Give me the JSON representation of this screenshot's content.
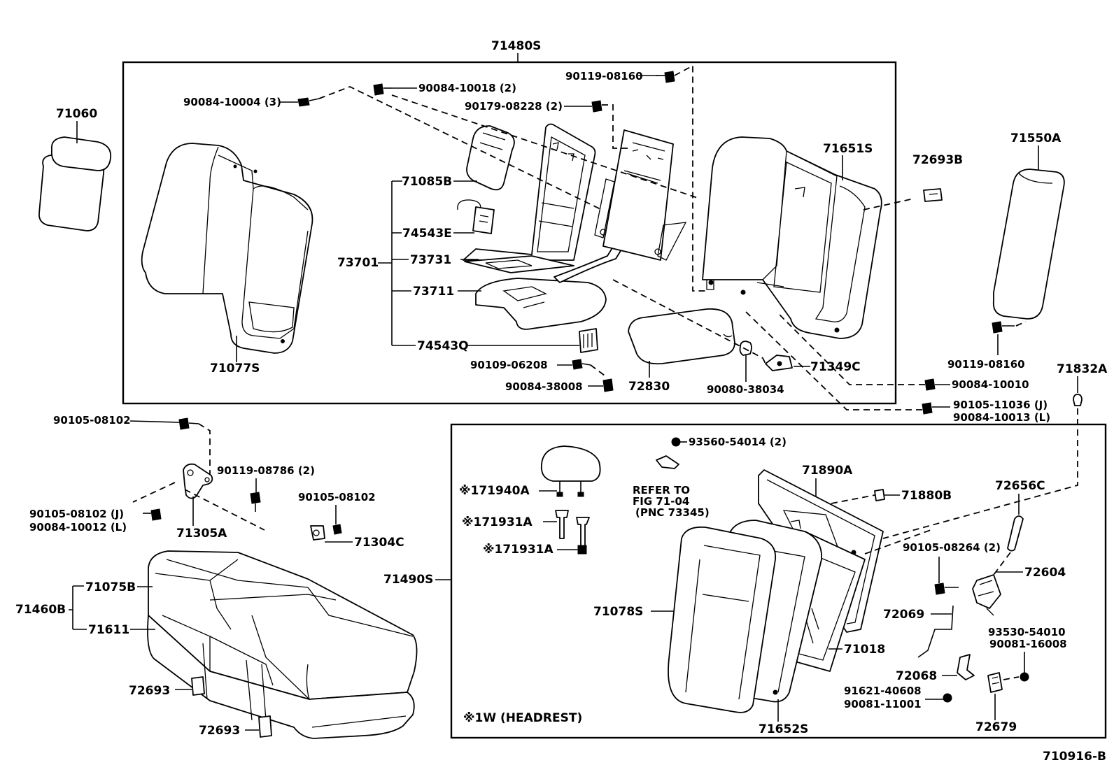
{
  "diagram": {
    "figure_id": "710916-B",
    "headrest_note": "※1W (HEADREST)",
    "refer_note": [
      "REFER TO",
      "FIG 71-04",
      "(PNC 73345)"
    ],
    "assemblies": {
      "a71480S": "71480S",
      "a71490S": "71490S",
      "a71460B": "71460B",
      "a73701": "73701"
    },
    "parts": {
      "p71060": "71060",
      "p90084_10004": "90084-10004 (3)",
      "p90084_10018": "90084-10018 (2)",
      "p90119_08160a": "90119-08160",
      "p90179_08228": "90179-08228 (2)",
      "p71085B": "71085B",
      "p74543E": "74543E",
      "p73731": "73731",
      "p73711": "73711",
      "p74543Q": "74543Q",
      "p71077S": "71077S",
      "p90109_06208": "90109-06208",
      "p90084_38008": "90084-38008",
      "p72830": "72830",
      "p90080_38034": "90080-38034",
      "p71349C": "71349C",
      "p71651S": "71651S",
      "p72693B": "72693B",
      "p71550A": "71550A",
      "p90119_08160b": "90119-08160",
      "p90084_10010": "90084-10010",
      "p90105_11036": "90105-11036 (J)",
      "p90084_10013": "90084-10013 (L)",
      "p71832A": "71832A",
      "p90105_08102a": "90105-08102",
      "p90119_08786": "90119-08786 (2)",
      "p90105_08102J": "90105-08102 (J)",
      "p90084_10012": "90084-10012 (L)",
      "p71305A": "71305A",
      "p90105_08102b": "90105-08102",
      "p71304C": "71304C",
      "p71075B": "71075B",
      "p71611": "71611",
      "p72693a": "72693",
      "p72693b": "72693",
      "p93560_54014": "93560-54014 (2)",
      "p171940A": "※171940A",
      "p171931A_1": "※171931A",
      "p171931A_2": "※171931A",
      "p71890A": "71890A",
      "p71880B": "71880B",
      "p72656C": "72656C",
      "p90105_08264": "90105-08264 (2)",
      "p72604": "72604",
      "p71078S": "71078S",
      "p72069": "72069",
      "p71018": "71018",
      "p93530_54010": "93530-54010",
      "p90081_16008": "90081-16008",
      "p72068": "72068",
      "p91621_40608": "91621-40608",
      "p90081_11001": "90081-11001",
      "p71652S": "71652S",
      "p72679": "72679"
    }
  }
}
